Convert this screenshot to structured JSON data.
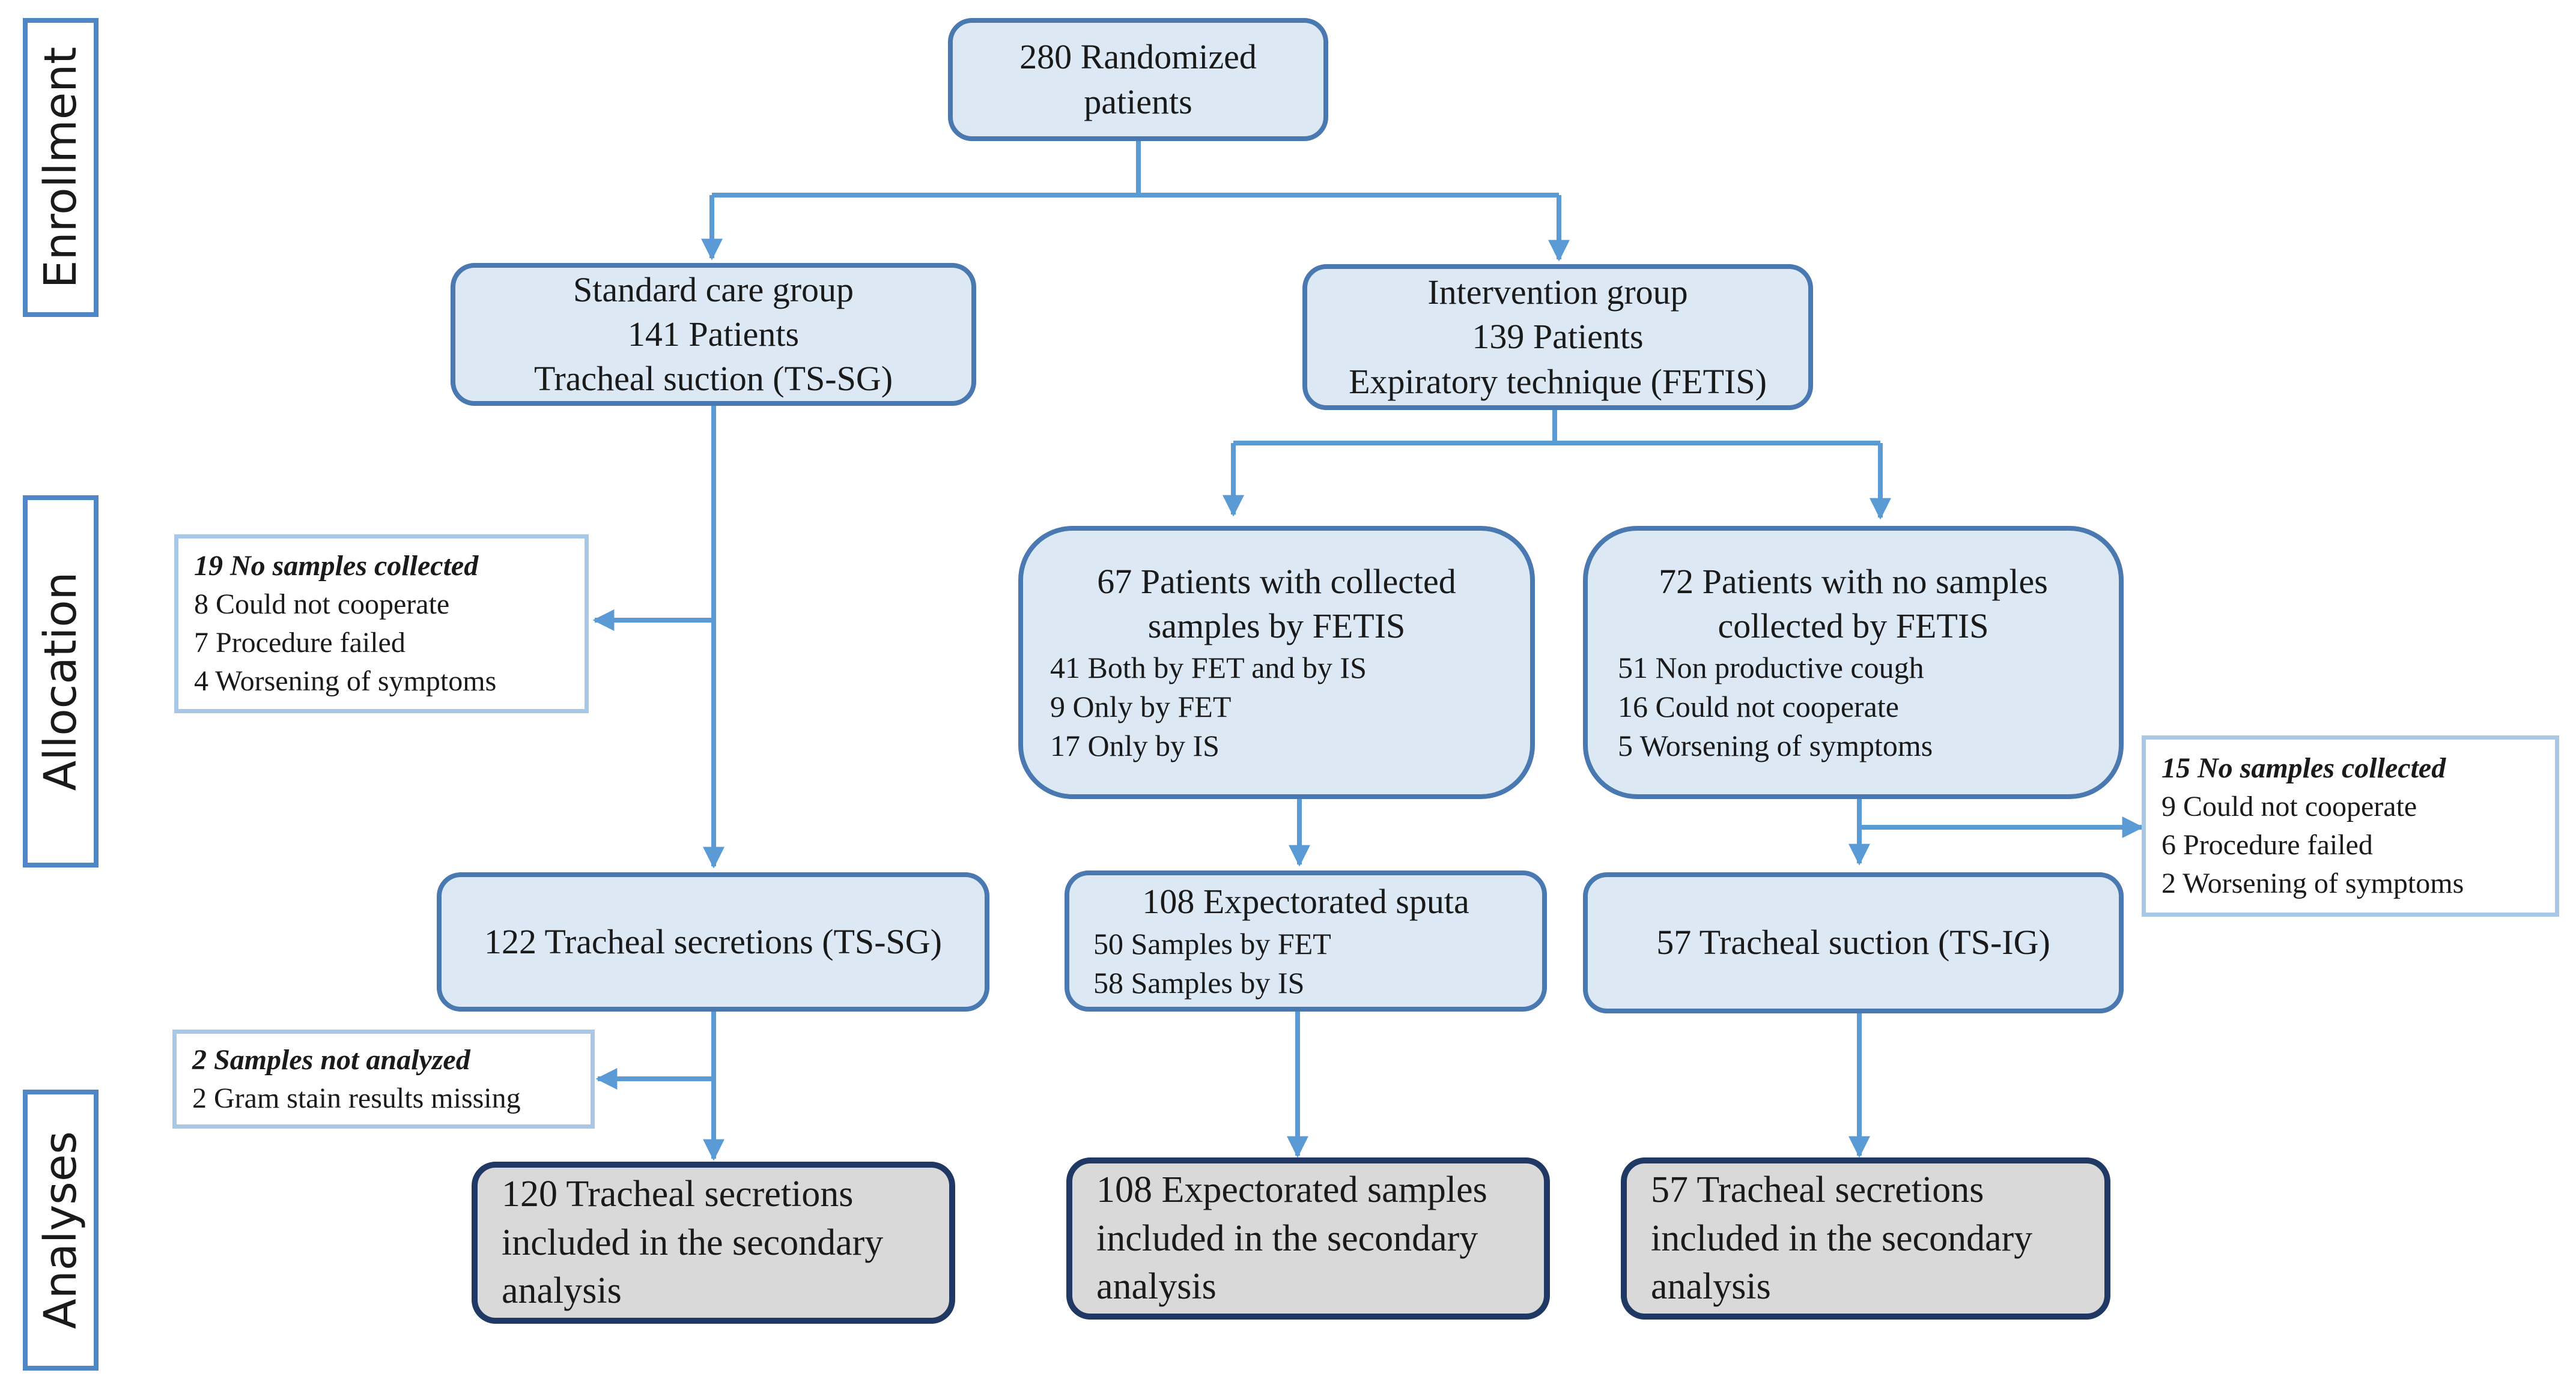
{
  "stages": {
    "enrollment": "Enrollment",
    "allocation": "Allocation",
    "analyses": "Analyses"
  },
  "randomized": {
    "line1": "280 Randomized",
    "line2": "patients"
  },
  "standard_group": {
    "line1": "Standard care group",
    "line2": "141 Patients",
    "line3": "Tracheal suction (TS-SG)"
  },
  "intervention_group": {
    "line1": "Intervention  group",
    "line2": "139 Patients",
    "line3": "Expiratory technique (FETIS)"
  },
  "collected": {
    "title1": "67 Patients with  collected",
    "title2": "samples by FETIS",
    "items": [
      "41 Both by FET and by IS",
      "9   Only  by FET",
      "17 Only  by IS"
    ]
  },
  "not_collected": {
    "title1": "72 Patients with no samples",
    "title2": "collected by FETIS",
    "items": [
      "51 Non productive  cough",
      "16 Could not cooperate",
      "5   Worsening  of symptoms"
    ]
  },
  "note_sg_exclusion": {
    "title": "19 No samples collected",
    "items": [
      "8   Could  not  cooperate",
      "7   Procedure failed",
      "4   Worsening  of symptoms"
    ]
  },
  "note_ig_exclusion": {
    "title": "15 No samples collected",
    "items": [
      "9 Could not cooperate",
      "6 Procedure failed",
      "2 Worsening  of symptoms"
    ]
  },
  "note_not_analyzed": {
    "title": "2 Samples not analyzed",
    "items": [
      "2 Gram stain  results  missing"
    ]
  },
  "ts_sg_secretions": {
    "label": "122 Tracheal  secretions  (TS-SG)"
  },
  "expectorated": {
    "title": "108  Expectorated sputa",
    "items": [
      "50 Samples  by FET",
      "58 Samples  by IS"
    ]
  },
  "ts_ig_suction": {
    "label": "57 Tracheal suction (TS-IG)"
  },
  "final_sg": {
    "lines": [
      "120 Tracheal secretions",
      "included in the secondary",
      "analysis"
    ]
  },
  "final_exp": {
    "lines": [
      "108  Expectorated samples",
      "included in the secondary",
      "analysis"
    ]
  },
  "final_ig": {
    "lines": [
      "57 Tracheal  secretions",
      "included in the secondary",
      "analysis"
    ]
  },
  "colors": {
    "connector": "#5b9bd5",
    "box_fill": "#dce8f4",
    "box_border": "#4a78b0",
    "final_fill": "#d9d9d9",
    "final_border": "#1f3864",
    "note_border": "#a9c7e6",
    "stage_border": "#4f86c6"
  }
}
